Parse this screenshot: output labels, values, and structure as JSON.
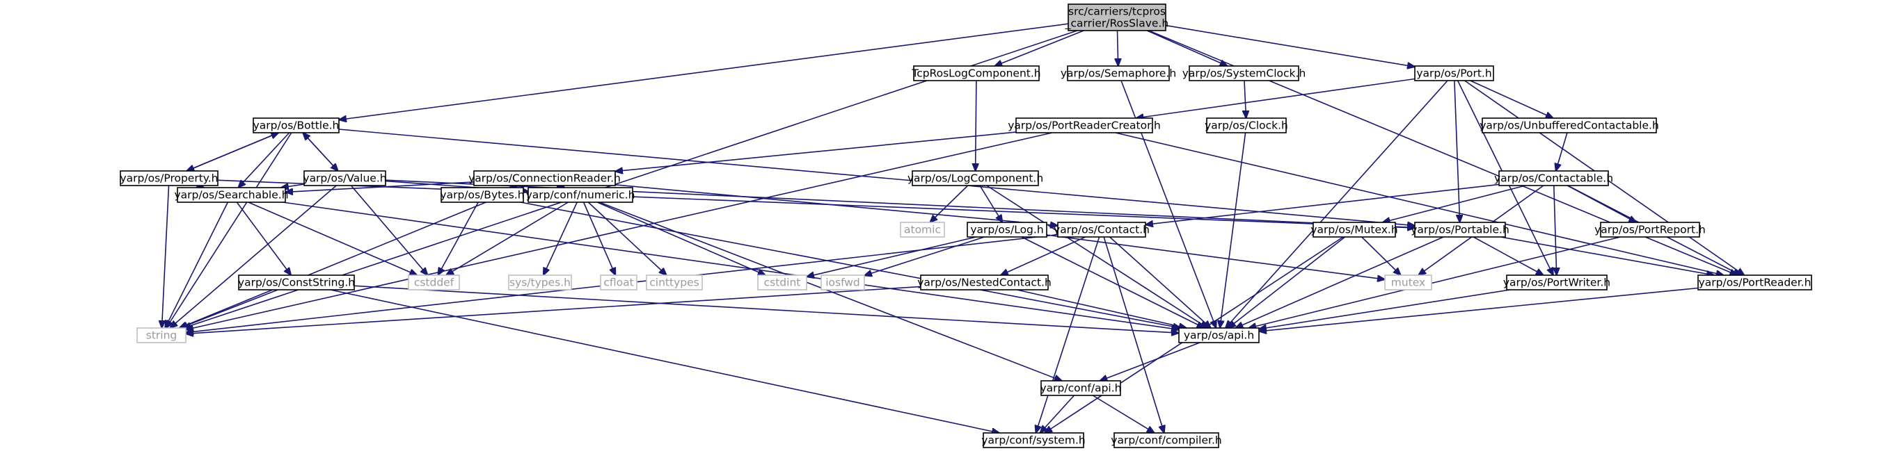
{
  "graph": {
    "nodes": [
      {
        "id": "root",
        "lines": [
          "src/carriers/tcpros",
          "_carrier/RosSlave.h"
        ],
        "kind": "root"
      },
      {
        "id": "bottle",
        "lines": [
          "yarp/os/Bottle.h"
        ],
        "kind": "header"
      },
      {
        "id": "tcproslog",
        "lines": [
          "TcpRosLogComponent.h"
        ],
        "kind": "header"
      },
      {
        "id": "semaphore",
        "lines": [
          "yarp/os/Semaphore.h"
        ],
        "kind": "header"
      },
      {
        "id": "sysclock",
        "lines": [
          "yarp/os/SystemClock.h"
        ],
        "kind": "header"
      },
      {
        "id": "port",
        "lines": [
          "yarp/os/Port.h"
        ],
        "kind": "header"
      },
      {
        "id": "portreadercreator",
        "lines": [
          "yarp/os/PortReaderCreator.h"
        ],
        "kind": "header"
      },
      {
        "id": "unbuffered",
        "lines": [
          "yarp/os/UnbufferedContactable.h"
        ],
        "kind": "header"
      },
      {
        "id": "clock",
        "lines": [
          "yarp/os/Clock.h"
        ],
        "kind": "header"
      },
      {
        "id": "property",
        "lines": [
          "yarp/os/Property.h"
        ],
        "kind": "header"
      },
      {
        "id": "value",
        "lines": [
          "yarp/os/Value.h"
        ],
        "kind": "header"
      },
      {
        "id": "connreader",
        "lines": [
          "yarp/os/ConnectionReader.h"
        ],
        "kind": "header"
      },
      {
        "id": "logcomponent",
        "lines": [
          "yarp/os/LogComponent.h"
        ],
        "kind": "header"
      },
      {
        "id": "contactable",
        "lines": [
          "yarp/os/Contactable.h"
        ],
        "kind": "header"
      },
      {
        "id": "searchable",
        "lines": [
          "yarp/os/Searchable.h"
        ],
        "kind": "header"
      },
      {
        "id": "bytes",
        "lines": [
          "yarp/os/Bytes.h"
        ],
        "kind": "header"
      },
      {
        "id": "numeric",
        "lines": [
          "yarp/conf/numeric.h"
        ],
        "kind": "header"
      },
      {
        "id": "atomic",
        "lines": [
          "atomic"
        ],
        "kind": "system"
      },
      {
        "id": "log",
        "lines": [
          "yarp/os/Log.h"
        ],
        "kind": "header"
      },
      {
        "id": "contact",
        "lines": [
          "yarp/os/Contact.h"
        ],
        "kind": "header"
      },
      {
        "id": "mutex_h",
        "lines": [
          "yarp/os/Mutex.h"
        ],
        "kind": "header"
      },
      {
        "id": "portable",
        "lines": [
          "yarp/os/Portable.h"
        ],
        "kind": "header"
      },
      {
        "id": "portreport",
        "lines": [
          "yarp/os/PortReport.h"
        ],
        "kind": "header"
      },
      {
        "id": "portreader",
        "lines": [
          "yarp/os/PortReader.h"
        ],
        "kind": "header"
      },
      {
        "id": "conststring",
        "lines": [
          "yarp/os/ConstString.h"
        ],
        "kind": "header"
      },
      {
        "id": "cstddef",
        "lines": [
          "cstddef"
        ],
        "kind": "system"
      },
      {
        "id": "systypes",
        "lines": [
          "sys/types.h"
        ],
        "kind": "system"
      },
      {
        "id": "cfloat",
        "lines": [
          "cfloat"
        ],
        "kind": "system"
      },
      {
        "id": "cinttypes",
        "lines": [
          "cinttypes"
        ],
        "kind": "system"
      },
      {
        "id": "cstdint",
        "lines": [
          "cstdint"
        ],
        "kind": "system"
      },
      {
        "id": "iosfwd",
        "lines": [
          "iosfwd"
        ],
        "kind": "system"
      },
      {
        "id": "nestedcontact",
        "lines": [
          "yarp/os/NestedContact.h"
        ],
        "kind": "header"
      },
      {
        "id": "mutex",
        "lines": [
          "mutex"
        ],
        "kind": "system"
      },
      {
        "id": "portwriter",
        "lines": [
          "yarp/os/PortWriter.h"
        ],
        "kind": "header"
      },
      {
        "id": "string",
        "lines": [
          "string"
        ],
        "kind": "system"
      },
      {
        "id": "osapi",
        "lines": [
          "yarp/os/api.h"
        ],
        "kind": "header"
      },
      {
        "id": "confapi",
        "lines": [
          "yarp/conf/api.h"
        ],
        "kind": "header"
      },
      {
        "id": "system",
        "lines": [
          "yarp/conf/system.h"
        ],
        "kind": "header"
      },
      {
        "id": "compiler",
        "lines": [
          "yarp/conf/compiler.h"
        ],
        "kind": "header"
      }
    ],
    "edges": [
      [
        "root",
        "string"
      ],
      [
        "root",
        "bottle"
      ],
      [
        "root",
        "tcproslog"
      ],
      [
        "root",
        "semaphore"
      ],
      [
        "root",
        "sysclock"
      ],
      [
        "root",
        "port"
      ],
      [
        "root",
        "portreader"
      ],
      [
        "bottle",
        "string"
      ],
      [
        "bottle",
        "property"
      ],
      [
        "bottle",
        "value"
      ],
      [
        "bottle",
        "searchable"
      ],
      [
        "bottle",
        "portable"
      ],
      [
        "property",
        "bottle"
      ],
      [
        "property",
        "searchable"
      ],
      [
        "property",
        "string"
      ],
      [
        "property",
        "portable"
      ],
      [
        "value",
        "bottle"
      ],
      [
        "value",
        "searchable"
      ],
      [
        "value",
        "string"
      ],
      [
        "value",
        "cstddef"
      ],
      [
        "value",
        "numeric"
      ],
      [
        "value",
        "portable"
      ],
      [
        "tcproslog",
        "logcomponent"
      ],
      [
        "semaphore",
        "osapi"
      ],
      [
        "sysclock",
        "clock"
      ],
      [
        "clock",
        "osapi"
      ],
      [
        "port",
        "portreadercreator"
      ],
      [
        "port",
        "unbuffered"
      ],
      [
        "port",
        "portable"
      ],
      [
        "port",
        "portwriter"
      ],
      [
        "port",
        "portreader"
      ],
      [
        "port",
        "osapi"
      ],
      [
        "portreadercreator",
        "connreader"
      ],
      [
        "portreadercreator",
        "portreader"
      ],
      [
        "portreadercreator",
        "string"
      ],
      [
        "unbuffered",
        "contactable"
      ],
      [
        "contactable",
        "contact"
      ],
      [
        "contactable",
        "mutex_h"
      ],
      [
        "contactable",
        "portreport"
      ],
      [
        "contactable",
        "portreader"
      ],
      [
        "contactable",
        "portwriter"
      ],
      [
        "contactable",
        "mutex"
      ],
      [
        "connreader",
        "searchable"
      ],
      [
        "connreader",
        "bytes"
      ],
      [
        "connreader",
        "numeric"
      ],
      [
        "connreader",
        "contact"
      ],
      [
        "connreader",
        "string"
      ],
      [
        "logcomponent",
        "atomic"
      ],
      [
        "logcomponent",
        "log"
      ],
      [
        "logcomponent",
        "osapi"
      ],
      [
        "log",
        "cstdint"
      ],
      [
        "log",
        "iosfwd"
      ],
      [
        "log",
        "mutex"
      ],
      [
        "log",
        "osapi"
      ],
      [
        "contact",
        "nestedcontact"
      ],
      [
        "contact",
        "string"
      ],
      [
        "contact",
        "osapi"
      ],
      [
        "contact",
        "system"
      ],
      [
        "contact",
        "compiler"
      ],
      [
        "nestedcontact",
        "string"
      ],
      [
        "nestedcontact",
        "osapi"
      ],
      [
        "searchable",
        "conststring"
      ],
      [
        "searchable",
        "string"
      ],
      [
        "searchable",
        "cstddef"
      ],
      [
        "searchable",
        "osapi"
      ],
      [
        "conststring",
        "string"
      ],
      [
        "conststring",
        "osapi"
      ],
      [
        "conststring",
        "system"
      ],
      [
        "bytes",
        "cstddef"
      ],
      [
        "bytes",
        "osapi"
      ],
      [
        "numeric",
        "cstddef"
      ],
      [
        "numeric",
        "systypes"
      ],
      [
        "numeric",
        "cfloat"
      ],
      [
        "numeric",
        "cinttypes"
      ],
      [
        "numeric",
        "cstdint"
      ],
      [
        "numeric",
        "confapi"
      ],
      [
        "mutex_h",
        "mutex"
      ],
      [
        "mutex_h",
        "osapi"
      ],
      [
        "mutex_h",
        "system"
      ],
      [
        "portable",
        "portwriter"
      ],
      [
        "portable",
        "portreader"
      ],
      [
        "portable",
        "osapi"
      ],
      [
        "portreport",
        "osapi"
      ],
      [
        "portwriter",
        "osapi"
      ],
      [
        "portreader",
        "osapi"
      ],
      [
        "osapi",
        "confapi"
      ],
      [
        "confapi",
        "system"
      ],
      [
        "confapi",
        "compiler"
      ]
    ]
  }
}
